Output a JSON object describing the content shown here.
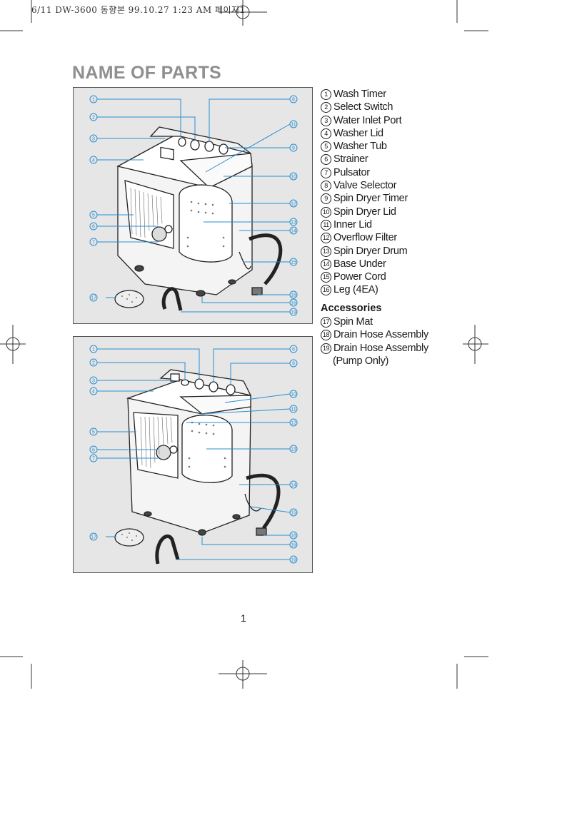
{
  "header": {
    "text": "6/11 DW-3600 동향본  99.10.27 1:23 AM 페이지1"
  },
  "title": "NAME OF PARTS",
  "parts": [
    {
      "num": "1",
      "label": "Wash Timer"
    },
    {
      "num": "2",
      "label": "Select Switch"
    },
    {
      "num": "3",
      "label": "Water Inlet Port"
    },
    {
      "num": "4",
      "label": "Washer Lid"
    },
    {
      "num": "5",
      "label": "Washer Tub"
    },
    {
      "num": "6",
      "label": "Strainer"
    },
    {
      "num": "7",
      "label": "Pulsator"
    },
    {
      "num": "8",
      "label": "Valve Selector"
    },
    {
      "num": "9",
      "label": "Spin Dryer Timer"
    },
    {
      "num": "10",
      "label": "Spin Dryer Lid"
    },
    {
      "num": "11",
      "label": "Inner Lid"
    },
    {
      "num": "12",
      "label": "Overflow Filter"
    },
    {
      "num": "13",
      "label": "Spin Dryer Drum"
    },
    {
      "num": "14",
      "label": "Base Under"
    },
    {
      "num": "15",
      "label": "Power Cord"
    },
    {
      "num": "16",
      "label": "Leg (4EA)"
    }
  ],
  "accessories": {
    "heading": "Accessories",
    "items": [
      {
        "num": "17",
        "label": "Spin Mat"
      },
      {
        "num": "18",
        "label": "Drain Hose Assembly"
      },
      {
        "num": "19",
        "label": "Drain Hose Assembly"
      }
    ],
    "note": "(Pump Only)"
  },
  "page_number": "1",
  "diagram1_callouts": [
    "1",
    "2",
    "3",
    "4",
    "5",
    "6",
    "7",
    "8",
    "11",
    "9",
    "10",
    "12",
    "13",
    "14",
    "15",
    "17",
    "18",
    "16",
    "19"
  ],
  "diagram2_callouts": [
    "1",
    "2",
    "3",
    "4",
    "5",
    "6",
    "7",
    "8",
    "9",
    "10",
    "11",
    "12",
    "13",
    "14",
    "15",
    "17",
    "18",
    "16",
    "19"
  ],
  "colors": {
    "callout_line": "#2a8fd0",
    "title": "#8f8f8f",
    "panel_bg": "#e6e6e6"
  }
}
